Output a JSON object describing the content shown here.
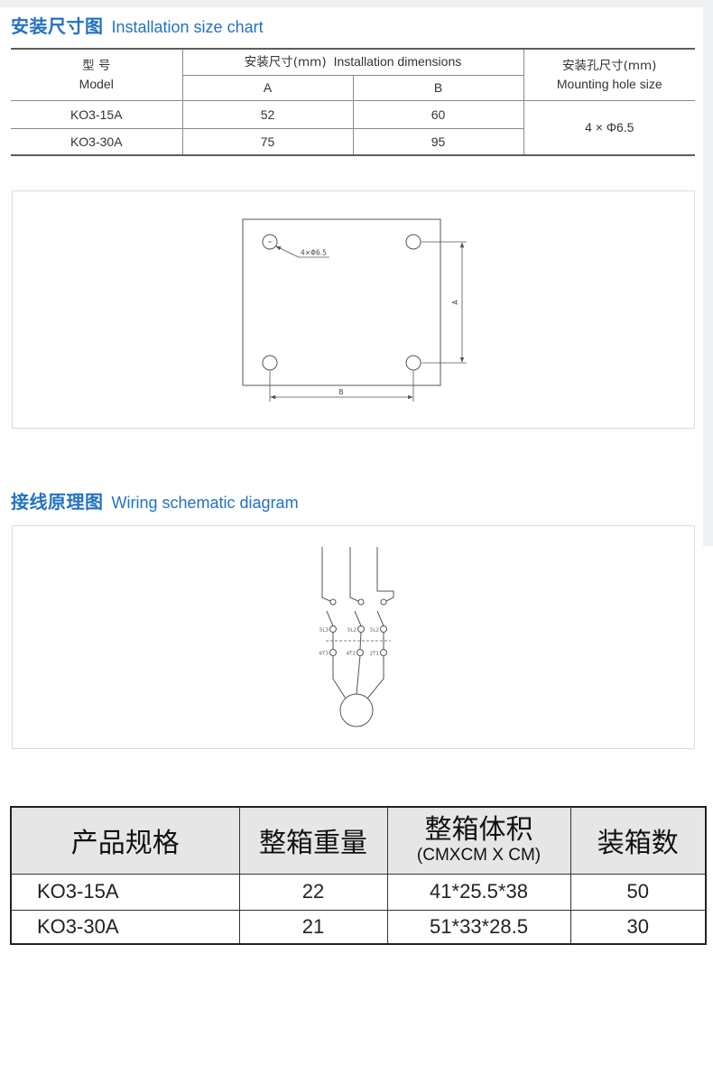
{
  "install_section": {
    "title_cn": "安装尺寸图",
    "title_en": "Installation size chart"
  },
  "size_table": {
    "model_cn": "型 号",
    "model_en": "Model",
    "dims_cn": "安装尺寸(mm)",
    "dims_en": "Installation dimensions",
    "col_a": "A",
    "col_b": "B",
    "hole_cn": "安装孔尺寸(mm)",
    "hole_en": "Mounting hole size",
    "rows": [
      {
        "model": "KO3-15A",
        "a": "52",
        "b": "60"
      },
      {
        "model": "KO3-30A",
        "a": "75",
        "b": "95"
      }
    ],
    "hole_size": "4 × Φ6.5"
  },
  "mounting_diagram": {
    "hole_callout": "4×Φ6.5",
    "dim_a_label": "A",
    "dim_b_label": "B"
  },
  "wiring_section": {
    "title_cn": "接线原理图",
    "title_en": "Wiring schematic diagram"
  },
  "wiring_diagram": {
    "line_terminals": [
      "5L3",
      "5L2",
      "5L2"
    ],
    "load_terminals": [
      "6T3",
      "4T2",
      "2T1"
    ]
  },
  "packing_table": {
    "headers": {
      "spec": "产品规格",
      "weight": "整箱重量",
      "volume": "整箱体积",
      "volume_unit": "(CMXCM X CM)",
      "qty": "装箱数"
    },
    "rows": [
      {
        "spec": "KO3-15A",
        "weight": "22",
        "volume": "41*25.5*38",
        "qty": "50"
      },
      {
        "spec": "KO3-30A",
        "weight": "21",
        "volume": "51*33*28.5",
        "qty": "30"
      }
    ]
  },
  "colors": {
    "title_blue": "#2272c3",
    "table_text": "#333333",
    "rule_dark": "#5c5c5c",
    "rule_light": "#8a8a8a",
    "header_fill": "#e6e6e6",
    "frame_gray": "#eef0f3"
  }
}
